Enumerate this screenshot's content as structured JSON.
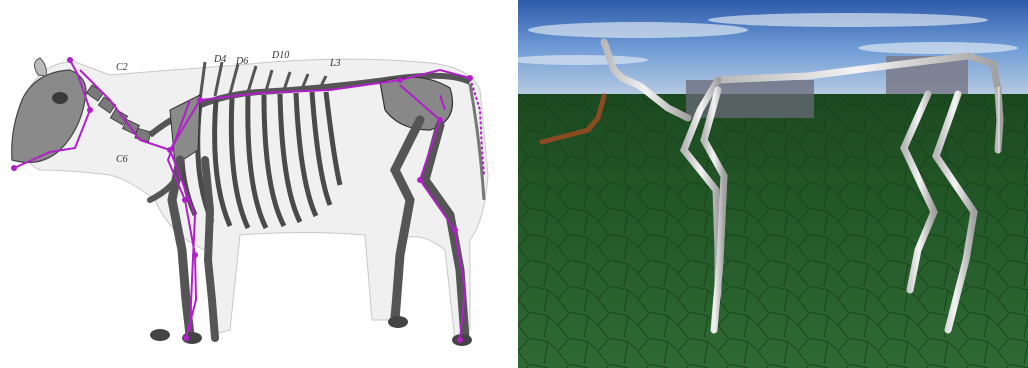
{
  "left_panel": {
    "skeleton_labels": [
      "C2",
      "D4",
      "D6",
      "D10",
      "L3",
      "C6"
    ],
    "overlay_color": "#b020c8",
    "bone_color": "#6b6b6b"
  },
  "right_panel": {
    "sky_color": "#3a6ab8",
    "ground_color": "#1f5a24",
    "bone_color": "#d8d8d8",
    "block_color": "#6a6a78",
    "highlight_color": "#8a4a22"
  }
}
